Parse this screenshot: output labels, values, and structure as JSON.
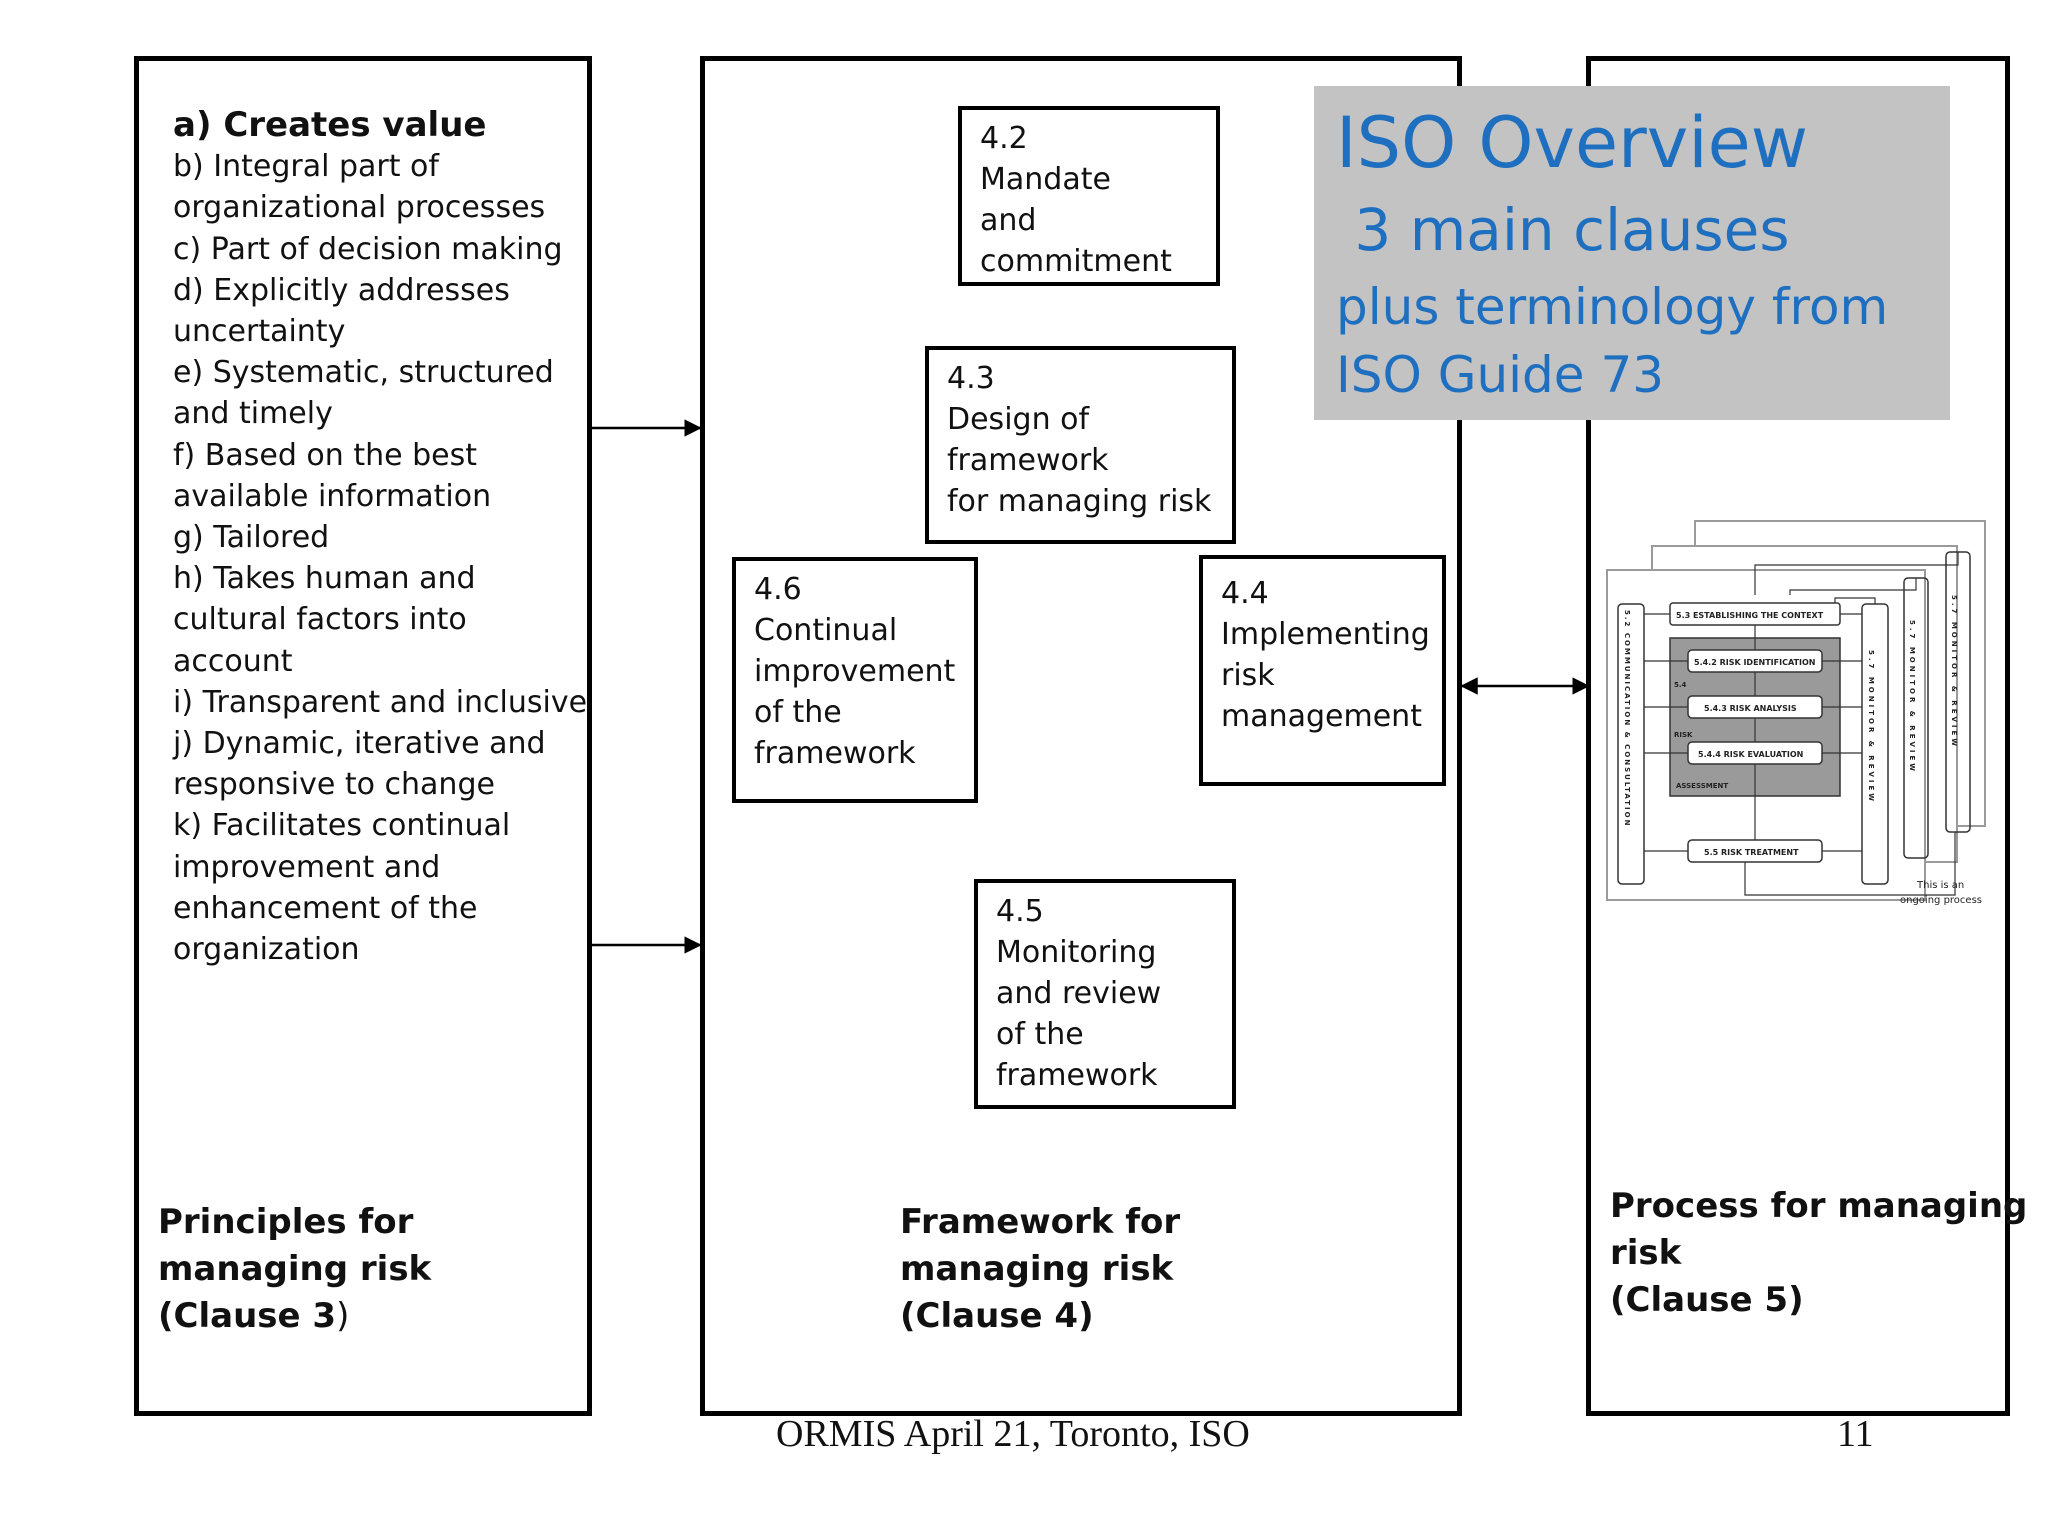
{
  "principles": {
    "items": [
      "a) Creates value",
      "b) Integral part of",
      "organizational processes",
      "c) Part of decision making",
      "d) Explicitly addresses",
      "uncertainty",
      "e) Systematic, structured",
      "and timely",
      "f) Based on the best",
      "available information",
      "g) Tailored",
      "h) Takes human and",
      "cultural factors into",
      "account",
      "i) Transparent and inclusive",
      "j) Dynamic, iterative and",
      "responsive to change",
      "k) Facilitates continual",
      "improvement and",
      "enhancement of the",
      "organization"
    ],
    "caption": [
      "Principles for",
      "managing risk",
      "(Clause 3",
      ")"
    ]
  },
  "framework": {
    "box_4_2": [
      "4.2",
      "Mandate",
      "and",
      "commitment"
    ],
    "box_4_3": [
      "4.3",
      "Design of",
      "framework",
      "for managing risk"
    ],
    "box_4_4": [
      "4.4",
      " Implementing",
      "risk",
      "management"
    ],
    "box_4_5": [
      "4.5",
      "Monitoring",
      "and review",
      "of the",
      "framework"
    ],
    "box_4_6": [
      "4.6",
      "Continual",
      "improvement",
      "of the",
      "framework"
    ],
    "caption": [
      "Framework for",
      "managing risk",
      "(Clause 4)"
    ]
  },
  "overview": {
    "title": "ISO Overview",
    "subtitle": " 3 main clauses",
    "line3": "plus terminology from",
    "line4": "ISO Guide 73",
    "color": "#1f6fc0",
    "background": "#c3c3c3"
  },
  "process": {
    "thumbnail": {
      "communication_label": "5.2 COMMUNICATION & CONSULTATION",
      "monitor_label": "5.7 MONITOR & REVIEW",
      "context": "5.3 ESTABLISHING THE CONTEXT",
      "identification": "5.4.2 RISK IDENTIFICATION",
      "analysis": "5.4.3 RISK ANALYSIS",
      "evaluation": "5.4.4 RISK EVALUATION",
      "risk_label": "5.4",
      "risk_word": "RISK",
      "assessment": "ASSESSMENT",
      "treatment": "5.5 RISK TREATMENT",
      "note": [
        "This is an",
        "ongoing process"
      ]
    },
    "caption": [
      "Process for managing",
      "risk",
      "(Clause 5)"
    ]
  },
  "footer": {
    "text": "ORMIS April 21, Toronto, ISO",
    "page": "11"
  }
}
